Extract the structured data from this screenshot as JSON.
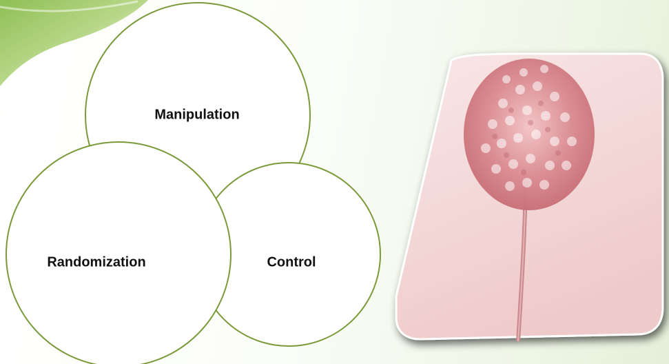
{
  "diagram": {
    "circles": [
      {
        "id": "top",
        "label": "Manipulation"
      },
      {
        "id": "left",
        "label": "Randomization"
      },
      {
        "id": "right",
        "label": "Control"
      }
    ]
  },
  "colors": {
    "circle_stroke": "#7a9a3a",
    "circle_fill": "#ffffff",
    "accent_green": "#a8c870",
    "flower_pink": "#d98a90"
  },
  "image": {
    "subject": "pink-allium-flower-icon"
  }
}
